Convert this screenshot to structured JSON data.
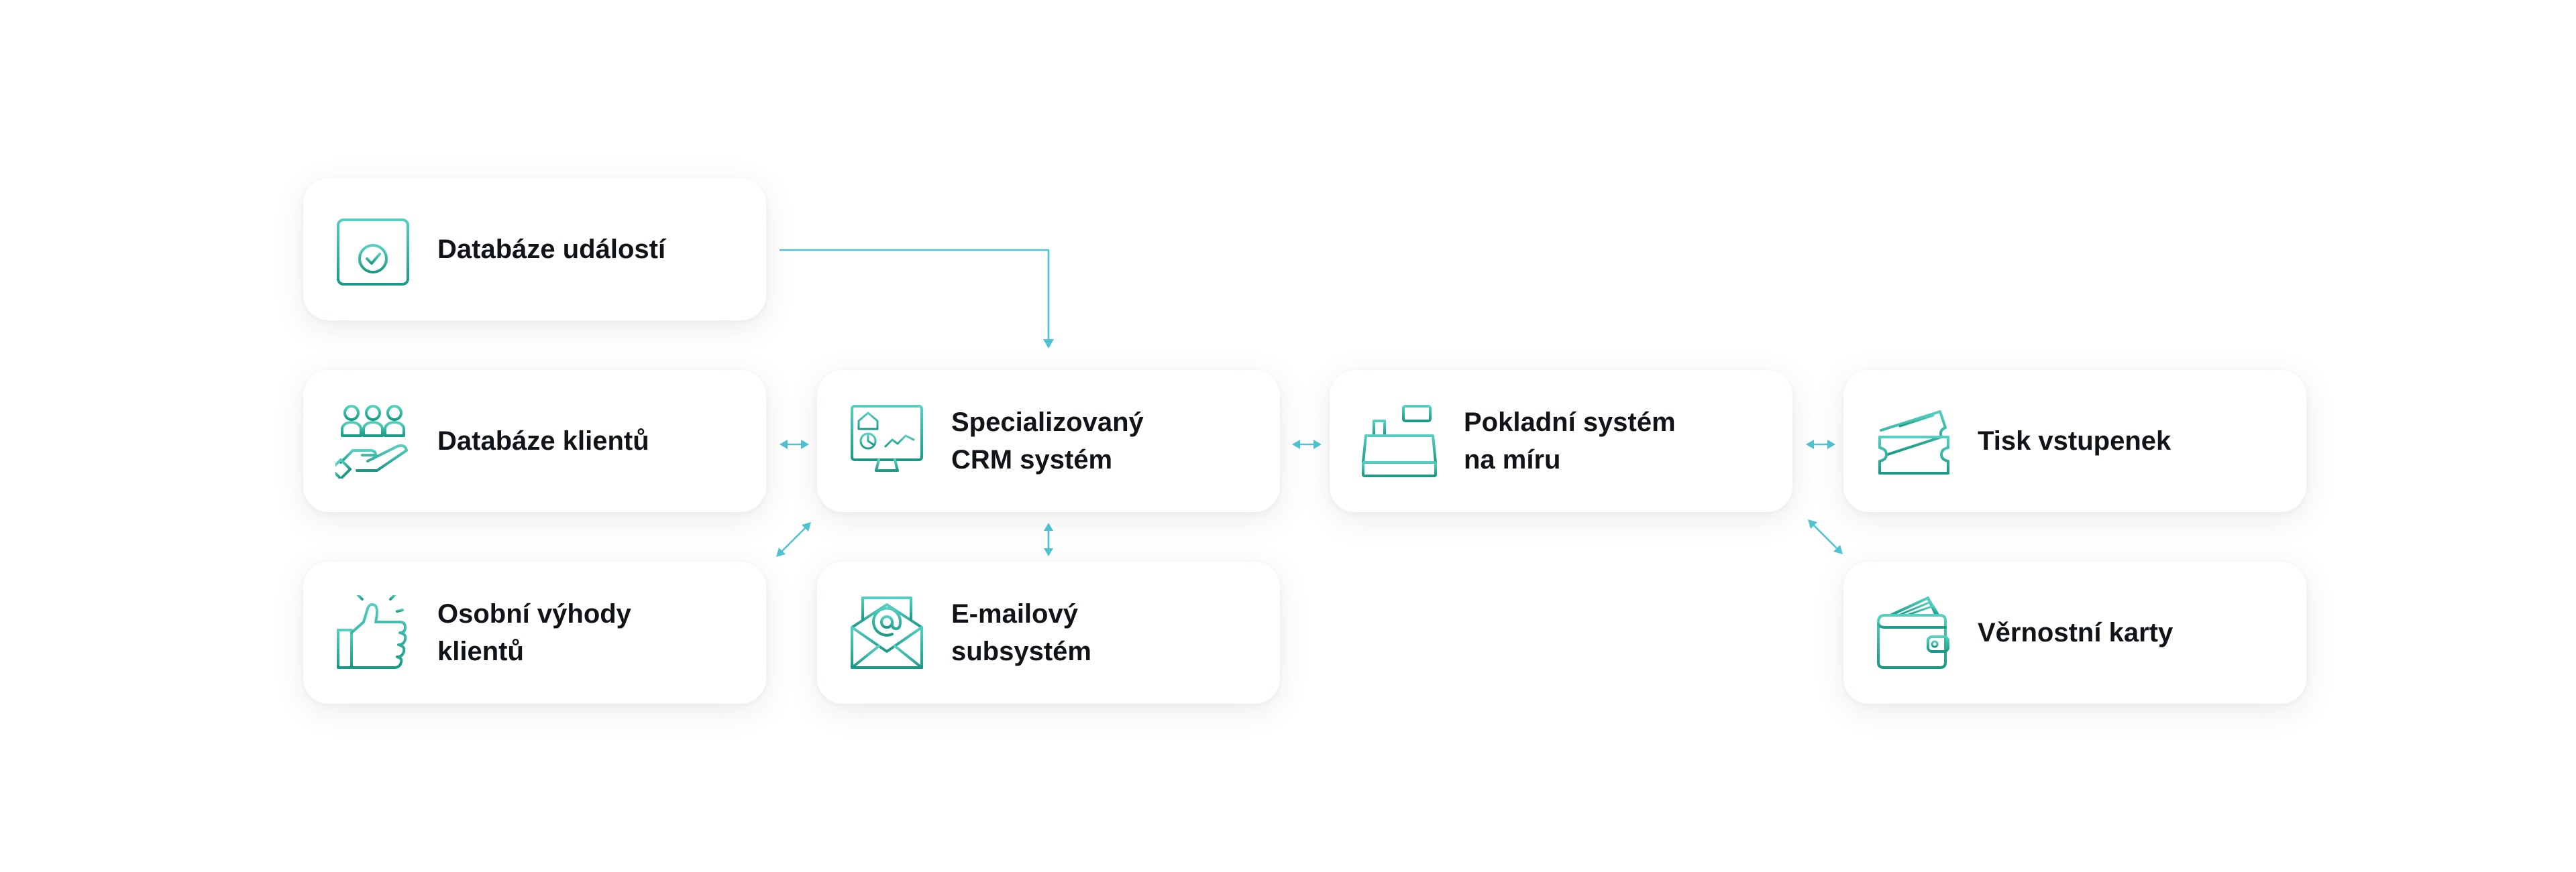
{
  "diagram": {
    "nodes": {
      "events_db": {
        "line1": "Databáze událostí",
        "line2": "",
        "icon": "calendar-check-icon"
      },
      "clients_db": {
        "line1": "Databáze klientů",
        "line2": "",
        "icon": "people-on-hand-icon"
      },
      "crm": {
        "line1": "Specializovaný",
        "line2": "CRM systém",
        "icon": "monitor-dashboard-icon"
      },
      "pos": {
        "line1": "Pokladní systém",
        "line2": "na míru",
        "icon": "cash-register-icon"
      },
      "tickets": {
        "line1": "Tisk vstupenek",
        "line2": "",
        "icon": "tickets-icon"
      },
      "benefits": {
        "line1": "Osobní výhody",
        "line2": "klientů",
        "icon": "thumbs-up-icon"
      },
      "email": {
        "line1": "E-mailový",
        "line2": "subsystém",
        "icon": "envelope-at-icon"
      },
      "loyalty": {
        "line1": "Věrnostní karty",
        "line2": "",
        "icon": "wallet-cards-icon"
      }
    },
    "connections": [
      {
        "from": "events_db",
        "to": "crm",
        "kind": "one-way"
      },
      {
        "from": "clients_db",
        "to": "crm",
        "kind": "two-way"
      },
      {
        "from": "crm",
        "to": "pos",
        "kind": "two-way"
      },
      {
        "from": "pos",
        "to": "tickets",
        "kind": "two-way"
      },
      {
        "from": "crm",
        "to": "benefits",
        "kind": "two-way"
      },
      {
        "from": "crm",
        "to": "email",
        "kind": "two-way"
      },
      {
        "from": "pos",
        "to": "loyalty",
        "kind": "two-way"
      }
    ],
    "colors": {
      "accent": "#4fc3d2",
      "icon_dark": "#1a9a86",
      "icon_light": "#55cfc0",
      "text": "#101418"
    }
  }
}
